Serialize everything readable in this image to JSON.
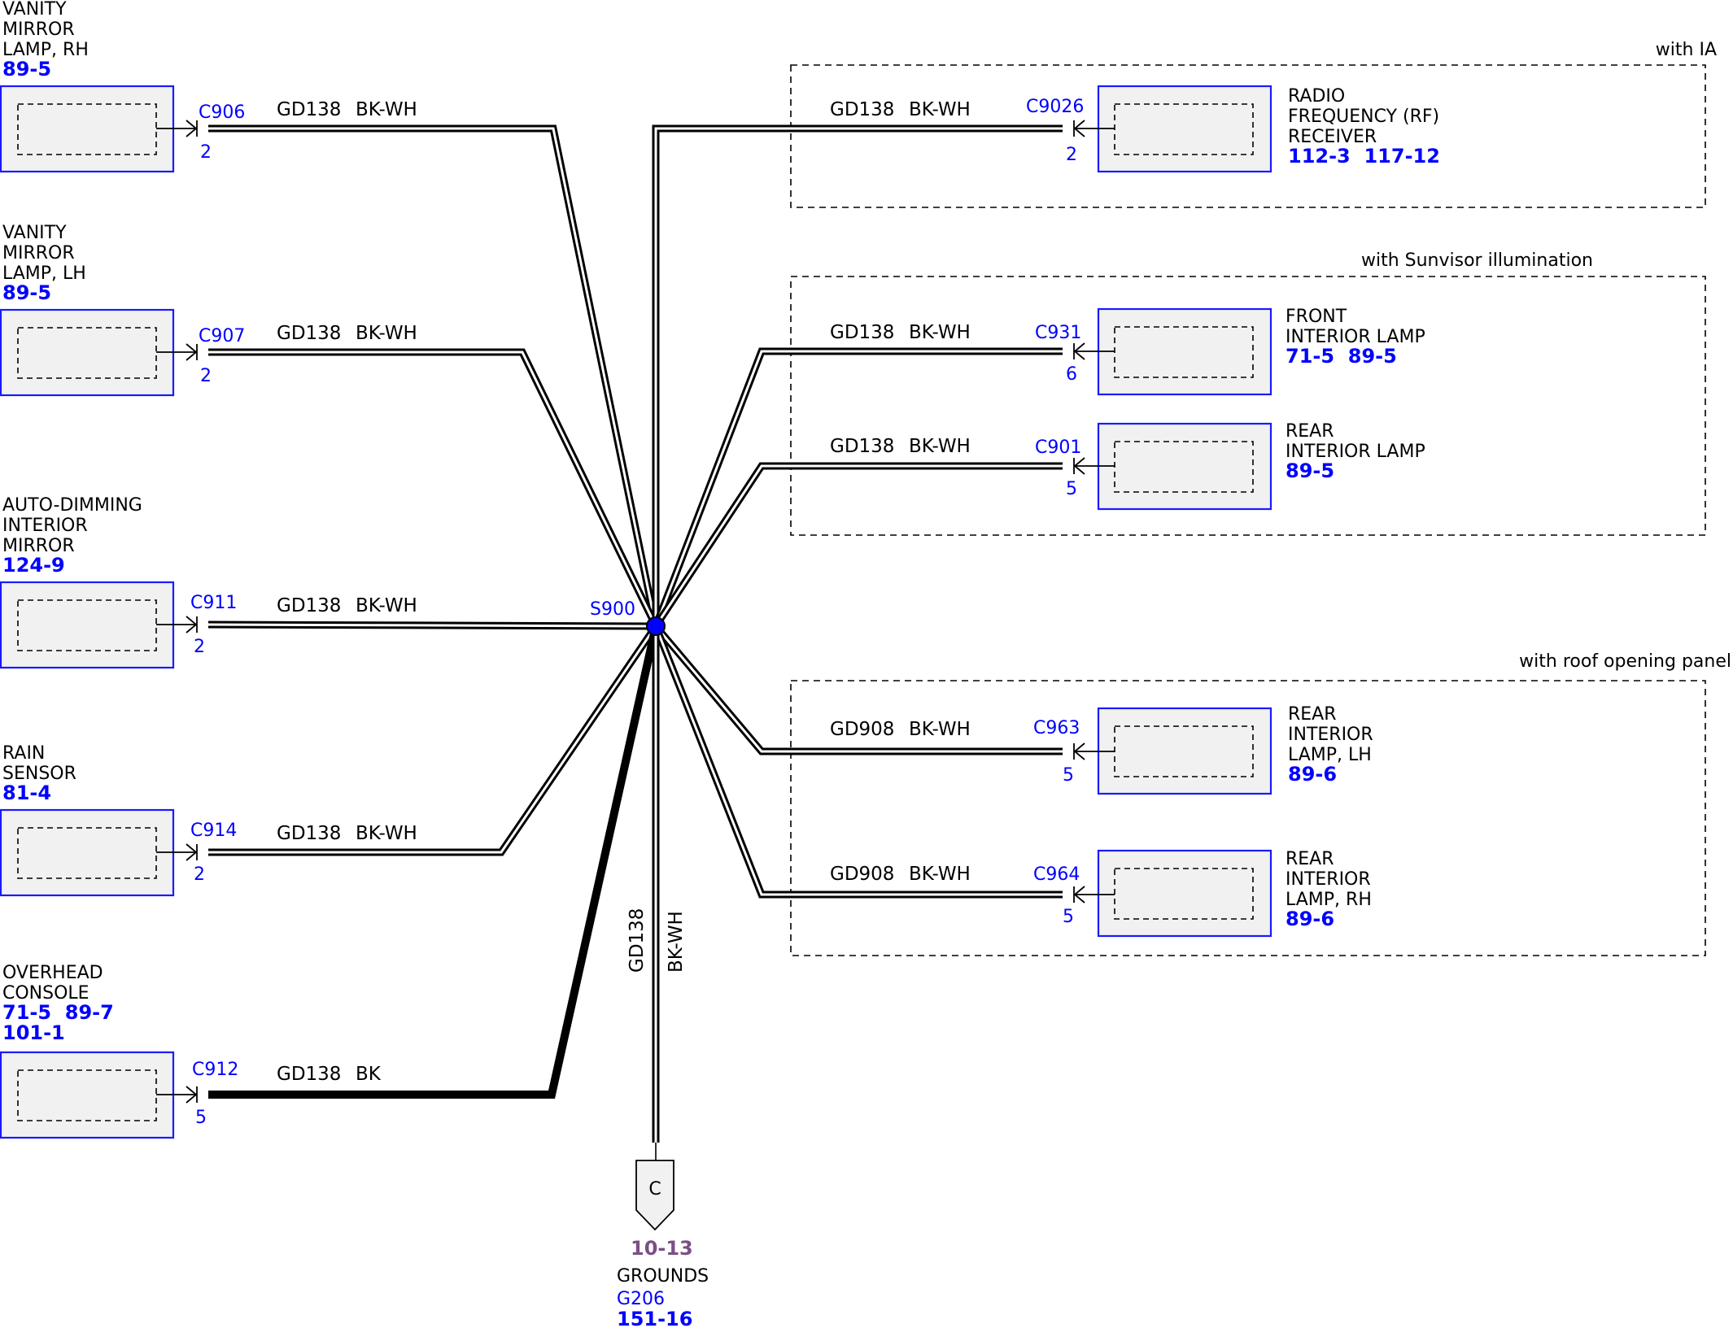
{
  "components": {
    "vanity_rh": {
      "lines": [
        "VANITY",
        "MIRROR",
        "LAMP, RH"
      ],
      "refs": [
        "89-5"
      ]
    },
    "vanity_lh": {
      "lines": [
        "VANITY",
        "MIRROR",
        "LAMP, LH"
      ],
      "refs": [
        "89-5"
      ]
    },
    "auto_dim": {
      "lines": [
        "AUTO-DIMMING",
        "INTERIOR",
        "MIRROR"
      ],
      "refs": [
        "124-9"
      ]
    },
    "rain": {
      "lines": [
        "RAIN",
        "SENSOR"
      ],
      "refs": [
        "81-4"
      ]
    },
    "overhead": {
      "lines": [
        "OVERHEAD",
        "CONSOLE"
      ],
      "refs": [
        "71-5  89-7",
        "101-1"
      ]
    },
    "rf_receiver": {
      "lines": [
        "RADIO",
        "FREQUENCY (RF)",
        "RECEIVER"
      ],
      "refs": [
        "112-3  117-12"
      ]
    },
    "front_lamp": {
      "lines": [
        "FRONT",
        "INTERIOR LAMP"
      ],
      "refs": [
        "71-5  89-5"
      ]
    },
    "rear_lamp": {
      "lines": [
        "REAR",
        "INTERIOR LAMP"
      ],
      "refs": [
        "89-5"
      ]
    },
    "rear_lh": {
      "lines": [
        "REAR",
        "INTERIOR",
        "LAMP, LH"
      ],
      "refs": [
        "89-6"
      ]
    },
    "rear_rh": {
      "lines": [
        "REAR",
        "INTERIOR",
        "LAMP, RH"
      ],
      "refs": [
        "89-6"
      ]
    }
  },
  "connectors": {
    "c906": {
      "id": "C906",
      "pin": "2"
    },
    "c907": {
      "id": "C907",
      "pin": "2"
    },
    "c911": {
      "id": "C911",
      "pin": "2"
    },
    "c914": {
      "id": "C914",
      "pin": "2"
    },
    "c912": {
      "id": "C912",
      "pin": "5"
    },
    "c9026": {
      "id": "C9026",
      "pin": "2"
    },
    "c931": {
      "id": "C931",
      "pin": "6"
    },
    "c901": {
      "id": "C901",
      "pin": "5"
    },
    "c963": {
      "id": "C963",
      "pin": "5"
    },
    "c964": {
      "id": "C964",
      "pin": "5"
    }
  },
  "wires": {
    "vanity_rh": {
      "circuit": "GD138",
      "color": "BK-WH"
    },
    "vanity_lh": {
      "circuit": "GD138",
      "color": "BK-WH"
    },
    "auto_dim": {
      "circuit": "GD138",
      "color": "BK-WH"
    },
    "rain": {
      "circuit": "GD138",
      "color": "BK-WH"
    },
    "overhead": {
      "circuit": "GD138",
      "color": "BK"
    },
    "rf_receiver": {
      "circuit": "GD138",
      "color": "BK-WH"
    },
    "front_lamp": {
      "circuit": "GD138",
      "color": "BK-WH"
    },
    "rear_lamp": {
      "circuit": "GD138",
      "color": "BK-WH"
    },
    "rear_lh": {
      "circuit": "GD908",
      "color": "BK-WH"
    },
    "rear_rh": {
      "circuit": "GD908",
      "color": "BK-WH"
    },
    "down": {
      "circuit": "GD138",
      "color": "BK-WH"
    }
  },
  "splice": {
    "id": "S900"
  },
  "options": {
    "ia": "with IA",
    "sunvisor": "with Sunvisor illumination",
    "roof": "with roof opening panel"
  },
  "ground": {
    "symbol": "C",
    "page_ref": "10-13",
    "label": "GROUNDS",
    "id": "G206",
    "ref": "151-16"
  },
  "colors": {
    "link_blue": "#0000ff",
    "page_ref_purple": "#7a4f86",
    "splice_blue": "#0000ff"
  }
}
